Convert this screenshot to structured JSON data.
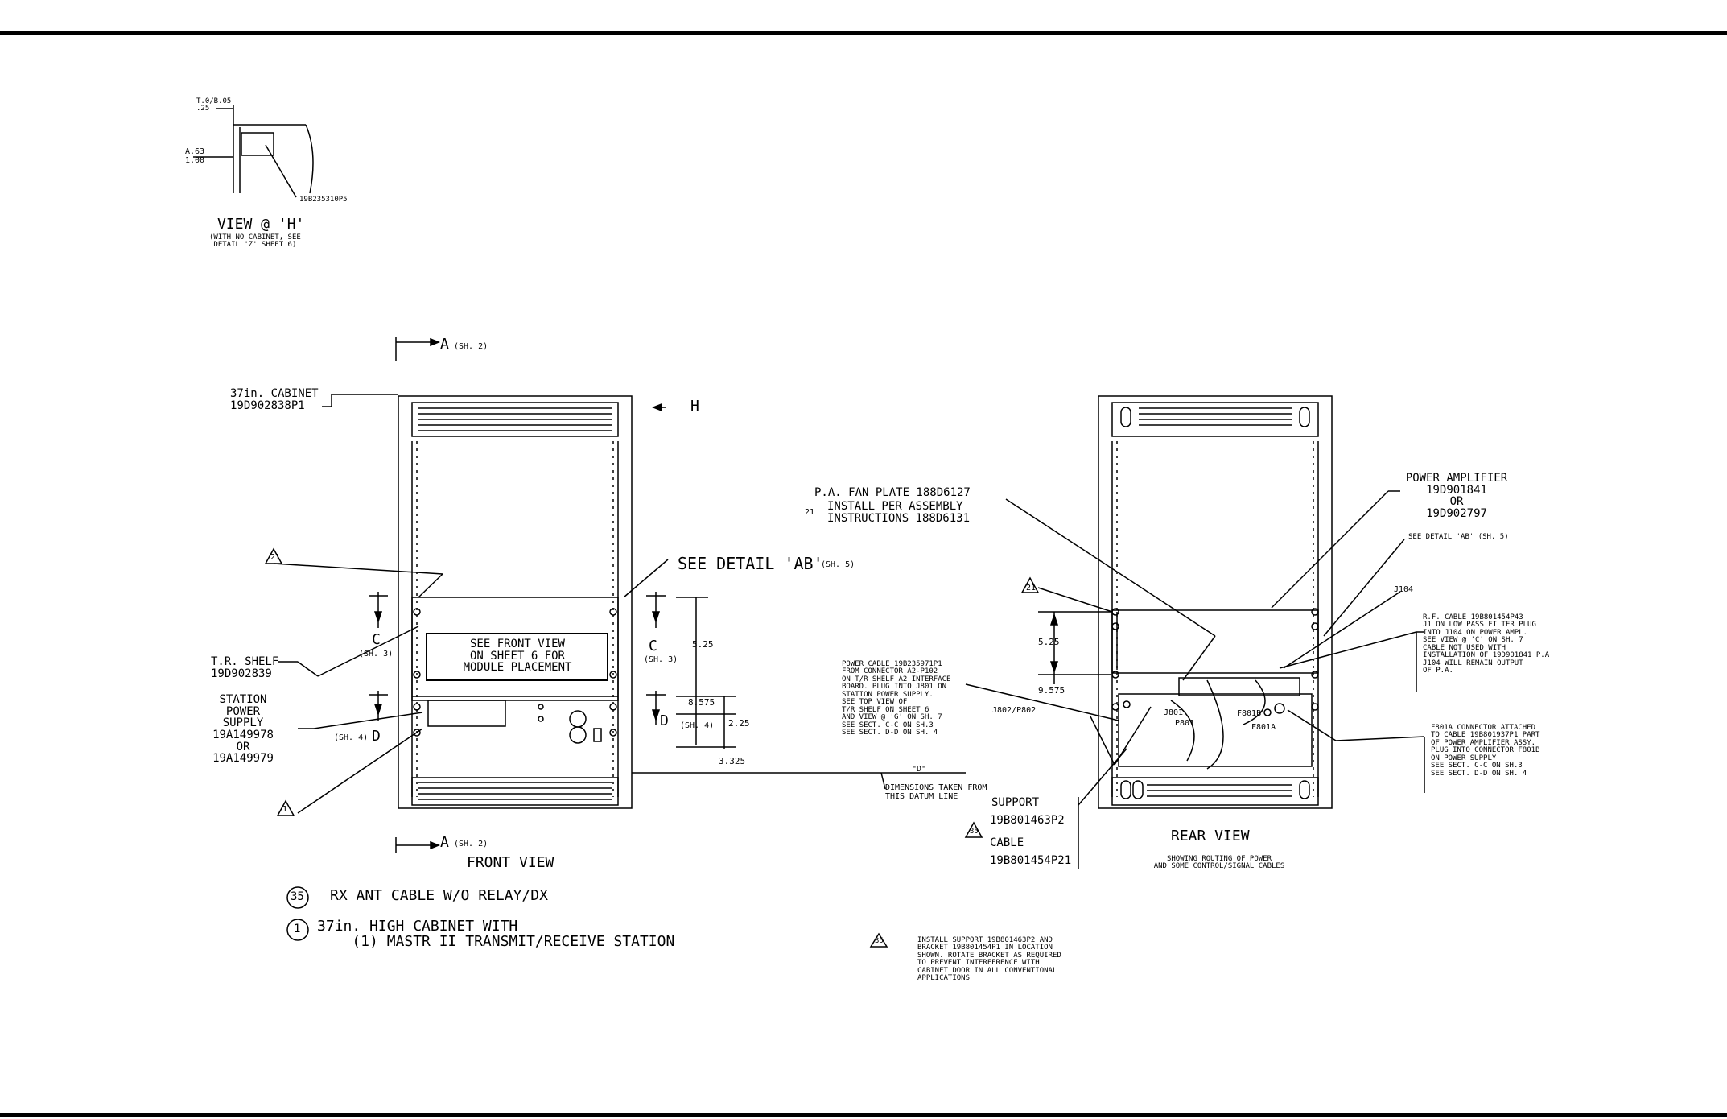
{
  "view_h": {
    "dim_top": "T.0/B.05\n.25",
    "dim_mid": "A.63\n1.00",
    "part_no": "19B235310P5",
    "title": "VIEW @ 'H'",
    "note": "(WITH NO CABINET, SEE\n DETAIL 'Z' SHEET 6)"
  },
  "section_arrows": {
    "a_top": "A",
    "a_top_ref": "(SH. 2)",
    "a_bottom": "A",
    "a_bottom_ref": "(SH. 2)",
    "h_marker": "H",
    "c_left": "C",
    "c_left_ref": "(SH. 3)",
    "c_right": "C",
    "c_right_ref": "(SH. 3)",
    "d_left": "D",
    "d_left_ref": "(SH. 4)",
    "d_right": "D",
    "d_right_ref": "(SH. 4)"
  },
  "front_view": {
    "cabinet_label": "37in. CABINET\n19D902838P1",
    "detail_ab": "SEE DETAIL 'AB'",
    "detail_ab_ref": "(SH. 5)",
    "note_box": "SEE FRONT VIEW\nON SHEET 6 FOR\nMODULE PLACEMENT",
    "tr_shelf": "T.R. SHELF\n19D902839",
    "power_supply": "STATION\nPOWER\nSUPPLY\n19A149978\nOR\n19A149979",
    "flag_21": "21",
    "flag_1": "1",
    "dims": [
      "5.25",
      "8.575",
      "2.25",
      "3.325"
    ],
    "datum_marker": "\"D\"",
    "datum_note": "DIMENSIONS TAKEN FROM\nTHIS DATUM LINE",
    "title": "FRONT VIEW"
  },
  "rear_view": {
    "pa_fan": "P.A. FAN PLATE 188D6127",
    "pa_fan_note": "INSTALL PER ASSEMBLY\nINSTRUCTIONS 188D6131",
    "flag_21": "21",
    "power_amp": "POWER AMPLIFIER\n19D901841\nOR\n19D902797",
    "detail_ab": "SEE DETAIL 'AB' (SH. 5)",
    "j104": "J104",
    "rf_cable": "R.F. CABLE 19B801454P43\nJ1 ON LOW PASS FILTER PLUG\nINTO J104 ON POWER AMPL.\nSEE VIEW @ 'C' ON SH. 7\nCABLE NOT USED WITH\nINSTALLATION OF 19D901841 P.A\nJ104 WILL REMAIN OUTPUT\nOF P.A.",
    "f801a_note": "F801A CONNECTOR ATTACHED\nTO CABLE 19B801937P1 PART\nOF POWER AMPLIFIER ASSY.\nPLUG INTO CONNECTOR F801B\nON POWER SUPPLY\nSEE SECT. C-C ON SH.3\nSEE SECT. D-D ON SH. 4",
    "power_cable": "POWER CABLE 19B235971P1\nFROM CONNECTOR A2-P102\nON T/R SHELF A2 INTERFACE\nBOARD. PLUG INTO J801 ON\nSTATION POWER SUPPLY.\nSEE TOP VIEW OF\nT/R SHELF ON SHEET 6\nAND VIEW @ 'G' ON SH. 7\nSEE SECT. C-C ON SH.3\nSEE SECT. D-D ON SH. 4",
    "dims": [
      "5.25",
      "9.575"
    ],
    "j802": "J802/P802",
    "j801": "J801",
    "p801": "P801",
    "f801b": "F801B",
    "f801a": "F801A",
    "support": "SUPPORT",
    "support_no": "19B801463P2",
    "flag_35": "35",
    "cable": "CABLE",
    "cable_no": "19B801454P21",
    "title": "REAR VIEW",
    "subtitle": "SHOWING ROUTING OF POWER\nAND SOME CONTROL/SIGNAL CABLES"
  },
  "notes": {
    "n35_num": "35",
    "n35": "RX ANT CABLE W/O RELAY/DX",
    "n1_num": "1",
    "n1": "37in. HIGH CABINET WITH\n    (1) MASTR II TRANSMIT/RECEIVE STATION",
    "install_flag": "35",
    "install_note": "INSTALL SUPPORT 19B801463P2 AND\nBRACKET 19B801454P1 IN LOCATION\nSHOWN. ROTATE BRACKET AS REQUIRED\nTO PREVENT INTERFERENCE WITH\nCABINET DOOR IN ALL CONVENTIONAL\nAPPLICATIONS"
  }
}
